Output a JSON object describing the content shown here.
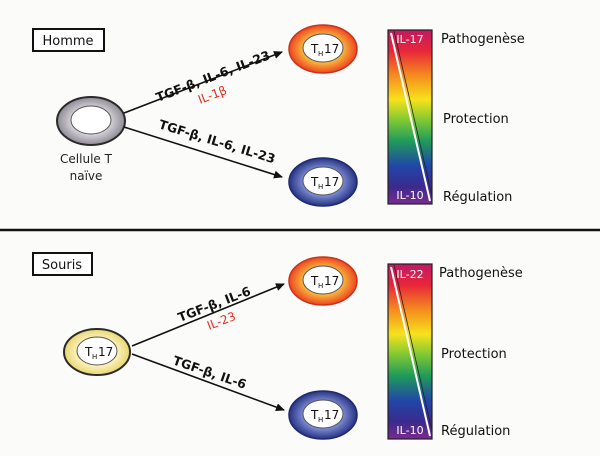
{
  "separator_color": "#111111",
  "th_label": "T",
  "th_subscript": "H",
  "th_number": "17",
  "human": {
    "title": "Homme",
    "naive_cell_line1": "Cellule T",
    "naive_cell_line2": "naïve",
    "arrow_up_label": "TGF-β, IL-6, IL-23",
    "arrow_up_extra": "IL-1β",
    "arrow_down_label": "TGF-β, IL-6, IL-23",
    "bar_top": "IL-17",
    "bar_bottom": "IL-10",
    "side_top": "Pathogenèse",
    "side_mid": "Protection",
    "side_bottom": "Régulation"
  },
  "mouse": {
    "title": "Souris",
    "arrow_up_label": "TGF-β, IL-6",
    "arrow_up_extra": "IL-23",
    "arrow_down_label": "TGF-β, IL-6",
    "bar_top": "IL-22",
    "bar_bottom": "IL-10",
    "side_top": "Pathogenèse",
    "side_mid": "Protection",
    "side_bottom": "Régulation"
  },
  "colors": {
    "red_ring": "#f0502a",
    "red_ring_inner": "#f7b23a",
    "blue_ring": "#2e3b8f",
    "blue_ring_inner": "#6a7cc8",
    "naive_ring": "#a8a4ad",
    "yellow_ring": "#f4e38a",
    "accent_red": "#e53020"
  }
}
